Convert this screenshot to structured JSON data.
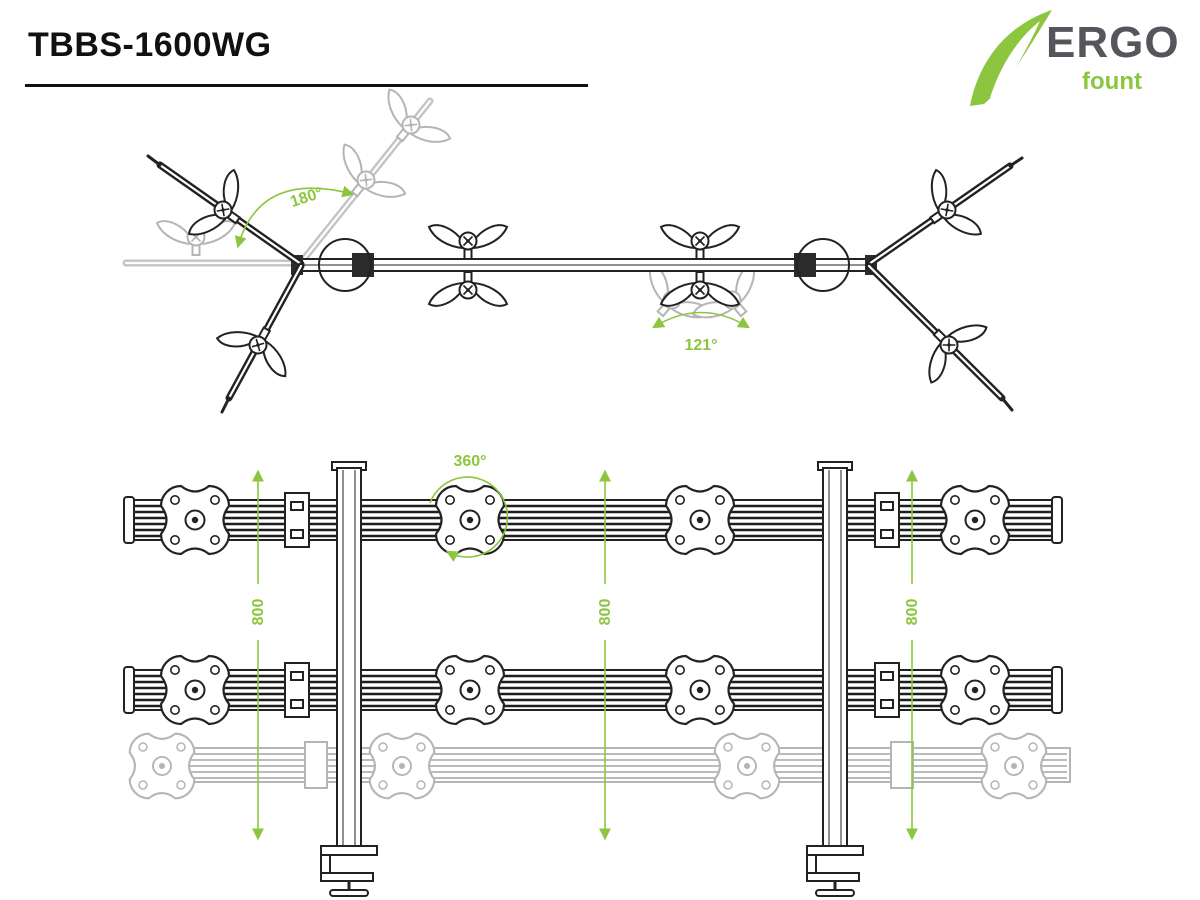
{
  "header": {
    "title": "TBBS-1600WG"
  },
  "brand": {
    "name": "ERGO",
    "sub": "fount"
  },
  "diagram": {
    "top_view": {
      "angle_swivel": "180°",
      "angle_tilt": "121°"
    },
    "front_view": {
      "rotation": "360°",
      "dim_left": "800",
      "dim_center": "800",
      "dim_right": "800"
    }
  },
  "colors": {
    "accent_green": "#8CC63F",
    "line_dark": "#1e1e1e",
    "ghost_gray": "#c4c4c4"
  }
}
